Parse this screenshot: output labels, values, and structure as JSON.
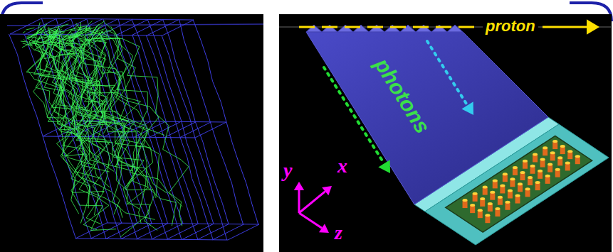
{
  "diagram": {
    "labels": [
      "proton",
      "photons",
      "y",
      "x",
      "z"
    ]
  }
}
